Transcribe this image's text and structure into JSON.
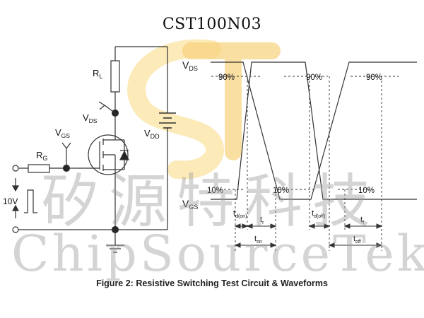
{
  "page_title": "CST100N03",
  "watermark": {
    "chinese": "矽源特科技",
    "english": "ChipSourceTek",
    "logo_text": "ST"
  },
  "circuit": {
    "rl": "R",
    "rl_sub": "L",
    "vds": "V",
    "vds_sub": "DS",
    "vdd": "V",
    "vdd_sub": "DD",
    "vgs": "V",
    "vgs_sub": "GS",
    "rg": "R",
    "rg_sub": "G",
    "pulse": "10V"
  },
  "waveform": {
    "vds": "V",
    "vds_sub": "DS",
    "vgs": "V",
    "vgs_sub": "GS",
    "pct_90": "90%",
    "pct_10": "10%",
    "td_on": "t",
    "td_on_sub": "d(on)",
    "tr": "t",
    "tr_sub": "r",
    "ton": "t",
    "ton_sub": "on",
    "td_off": "t",
    "td_off_sub": "d(off)",
    "tf": "t",
    "tf_sub": "f",
    "toff": "t",
    "toff_sub": "off"
  },
  "caption": "Figure 2: Resistive Switching Test Circuit & Waveforms",
  "colors": {
    "line": "#333333",
    "watermark": "#9a9a9a",
    "logo_orange": "#f6c66e",
    "logo_yellow": "#fbe7a0"
  }
}
